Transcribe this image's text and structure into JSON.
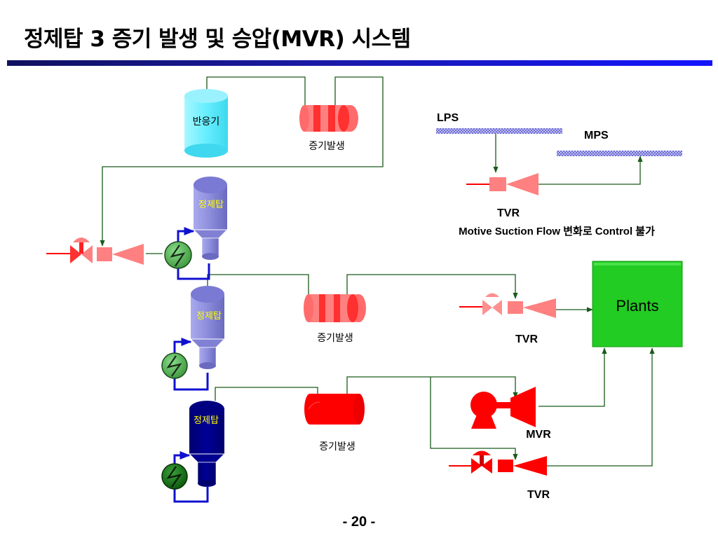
{
  "slide": {
    "title": "정제탑 3 증기 발생 및 승압(MVR) 시스템",
    "page_number": "- 20 -"
  },
  "labels": {
    "reactor": "반응기",
    "steam_gen_1": "증기발생",
    "steam_gen_2": "증기발생",
    "steam_gen_3": "증기발생",
    "column_1": "정제탑",
    "column_2": "정제탑",
    "column_3": "정제탑",
    "lps": "LPS",
    "mps": "MPS",
    "tvr_top": "TVR",
    "tvr_note": "Motive Suction Flow 변화로 Control 불가",
    "tvr_mid": "TVR",
    "mvr": "MVR",
    "tvr_bottom": "TVR",
    "plants": "Plants"
  },
  "colors": {
    "equipment_red": "#ff0000",
    "equipment_pink": "#ff8080",
    "reactor_cyan": "#66eeff",
    "column_light": "#8888dd",
    "column_dark": "#000090",
    "plants_green": "#22cc22",
    "pipe_green": "#1a5a1a",
    "reboiler_loop": "#1010d0",
    "header_pattern": "#6a6ad8"
  },
  "icons": {
    "reboiler": "lightning-bolt-icon",
    "valve": "valve-icon",
    "ejector": "ejector-icon",
    "compressor": "compressor-icon"
  }
}
